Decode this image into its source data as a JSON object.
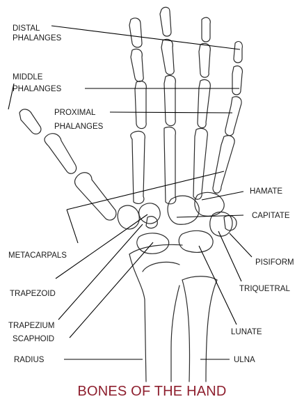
{
  "title": "BONES OF THE HAND",
  "labels": {
    "distal_1": "DISTAL",
    "distal_2": "PHALANGES",
    "middle_1": "MIDDLE",
    "middle_2": "PHALANGES",
    "proximal_1": "PROXIMAL",
    "proximal_2": "PHALANGES",
    "metacarpals": "METACARPALS",
    "trapezoid": "TRAPEZOID",
    "trapezium": "TRAPEZIUM",
    "scaphoid": "SCAPHOID",
    "radius": "RADIUS",
    "hamate": "HAMATE",
    "capitate": "CAPITATE",
    "pisiform": "PISIFORM",
    "triquetral": "TRIQUETRAL",
    "lunate": "LUNATE",
    "ulna": "ULNA"
  },
  "colors": {
    "title": "#8e1f2e",
    "line": "#2a2a2a"
  }
}
